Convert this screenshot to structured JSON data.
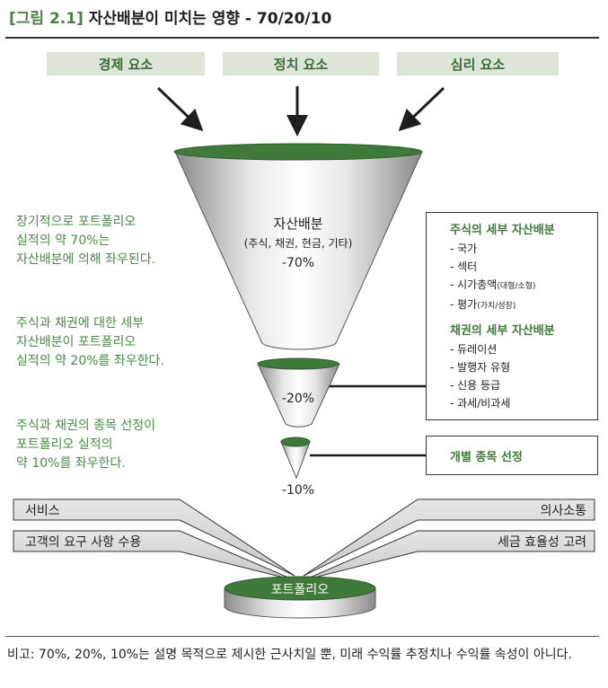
{
  "title": {
    "tag": "[그림 2.1]",
    "text": "자산배분이 미치는 영향 - 70/20/10"
  },
  "factors": [
    "경제 요소",
    "정치 요소",
    "심리 요소"
  ],
  "funnel": {
    "top": {
      "name": "자산배분",
      "sub": "(주식, 채권, 현금, 기타)",
      "pct": "-70%"
    },
    "middle": {
      "pct": "-20%"
    },
    "bottom": {
      "pct": "-10%"
    }
  },
  "notes": [
    [
      "장기적으로 포트폴리오",
      "실적의 약 70%는",
      "자산배분에 의해 좌우된다."
    ],
    [
      "주식과 채권에 대한 세부",
      "자산배분이 포트폴리오",
      "실적의 약 20%를 좌우한다."
    ],
    [
      "주식과 채권의 종목 선정이",
      "포트폴리오 실적의",
      "약 10%를 좌우한다."
    ]
  ],
  "details": {
    "stock_head": "주식의 세부 자산배분",
    "stock_items": [
      {
        "main": "- 국가",
        "sub": ""
      },
      {
        "main": "- 섹터",
        "sub": ""
      },
      {
        "main": "- 시가총액",
        "sub": "(대형/소형)"
      },
      {
        "main": "- 평가",
        "sub": "(가치/성장)"
      }
    ],
    "bond_head": "채권의 세부 자산배분",
    "bond_items": [
      "- 듀레이션",
      "- 발행자 유형",
      "- 신용 등급",
      "- 과세/비과세"
    ]
  },
  "stock_selection": "개별 종목 선정",
  "considerations": {
    "left": [
      "서비스",
      "고객의 요구 사항 수용"
    ],
    "right": [
      "의사소통",
      "세금 효율성 고려"
    ]
  },
  "portfolio": "포트폴리오",
  "footnote": "비고: 70%, 20%, 10%는 설명 목적으로 제시한 근사치일 뿐, 미래 수익률 추정치나 수익률 속성이 아니다.",
  "colors": {
    "accent": "#4e7f47",
    "funnel_top": "#3f7a3b",
    "factor_bg": "#dde4d8",
    "bar_fill": "#dcdcdc"
  }
}
